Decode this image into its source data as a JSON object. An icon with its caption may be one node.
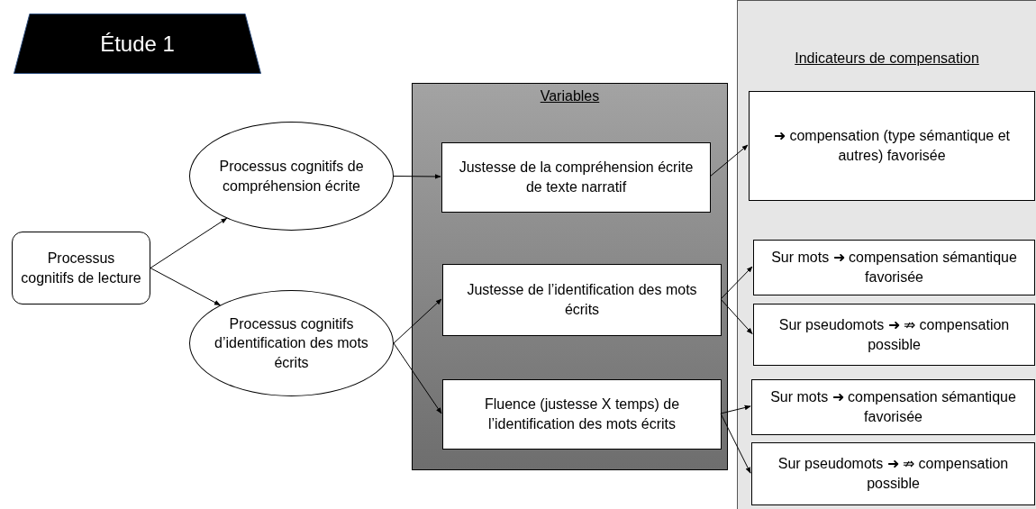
{
  "diagram": {
    "nodes": [
      {
        "text": [
          "Étude 1"
        ]
      },
      {
        "text": [
          "Processus cognitifs de lecture"
        ]
      },
      {
        "text": [
          "Processus cognitifs de compréhension écrite"
        ]
      },
      {
        "text": [
          "Processus cognitifs d’identification des mots écrits"
        ]
      },
      {
        "text": [
          "Variables"
        ]
      },
      {
        "text": [
          "Justesse de la compréhension écrite de texte narratif"
        ],
        "in": 4
      },
      {
        "text": [
          "Justesse de l’identification des mots écrits"
        ],
        "in": 4
      },
      {
        "text": [
          "Fluence (justesse X temps) de l’identification des mots écrits"
        ],
        "in": 4
      },
      {
        "text": [
          "Indicateurs de compensation"
        ]
      },
      {
        "text": [
          "➜ compensation (type sémantique et autres) favorisée"
        ],
        "in": 8
      },
      {
        "text": [
          "Sur mots ➜ compensation sémantique favorisée"
        ],
        "in": 8
      },
      {
        "text": [
          "Sur pseudomots ➜ ⇏ compensation possible"
        ],
        "in": 8
      },
      {
        "text": [
          "Sur mots ➜ compensation sémantique favorisée"
        ],
        "in": 8
      },
      {
        "text": [
          "Sur pseudomots ➜ ⇏ compensation possible"
        ],
        "in": 8
      }
    ],
    "edges": [
      {
        "from": 1,
        "to": 2,
        "arrow": "to"
      },
      {
        "from": 1,
        "to": 3,
        "arrow": "to"
      },
      {
        "from": 2,
        "to": 5,
        "arrow": "to"
      },
      {
        "from": 3,
        "to": 6,
        "arrow": "to"
      },
      {
        "from": 3,
        "to": 7,
        "arrow": "to"
      },
      {
        "from": 5,
        "to": 9,
        "arrow": "to"
      },
      {
        "from": 6,
        "to": 10,
        "arrow": "to"
      },
      {
        "from": 6,
        "to": 11,
        "arrow": "to"
      },
      {
        "from": 7,
        "to": 12,
        "arrow": "to"
      },
      {
        "from": 7,
        "to": 13,
        "arrow": "to"
      }
    ]
  }
}
